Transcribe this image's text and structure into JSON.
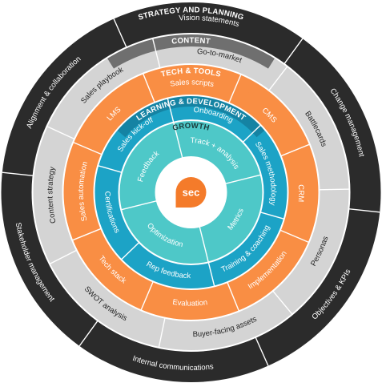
{
  "colors": {
    "strategy_ring": "#2b2b2b",
    "strategy_text": "#ffffff",
    "content_ring": "#d4d4d4",
    "content_text": "#222222",
    "content_title_band": "#6f6f6f",
    "tech_ring": "#f98e44",
    "tech_text": "#ffffff",
    "tech_title_band": "#f98e44",
    "learning_ring": "#1ca3c6",
    "learning_text": "#ffffff",
    "learning_title_band": "#1583a3",
    "growth_ring": "#4ec8c8",
    "growth_text": "#ffffff",
    "core_fill": "#ffffff",
    "logo_fill": "#f47b2a",
    "divider": "#ffffff"
  },
  "rings": [
    {
      "key": "strategy",
      "title": "STRATEGY AND PLANNING",
      "segments": [
        "Vision statements",
        "Change management",
        "Objectives & KPIs",
        "Internal communications",
        "Stakeholder management",
        "Alignment & collaboration"
      ]
    },
    {
      "key": "content",
      "title": "CONTENT",
      "segments": [
        "Go-to-market",
        "Battlecards",
        "Personas",
        "Buyer-facing assets",
        "SWOT analysis",
        "Content strategy",
        "Sales playbook"
      ]
    },
    {
      "key": "tech",
      "title": "TECH & TOOLS",
      "segments": [
        "Sales scripts",
        "CMS",
        "CRM",
        "Implementation",
        "Evaluation",
        "Tech stack",
        "Sales automation",
        "LMS"
      ]
    },
    {
      "key": "learning",
      "title": "LEARNING & DEVELOPMENT",
      "segments": [
        "Onboarding",
        "Sales methodology",
        "Training & coaching",
        "Rep feedback",
        "Certifications",
        "Sales kick-off"
      ]
    },
    {
      "key": "growth",
      "title": "GROWTH",
      "segments": [
        "Track + analysis",
        "Metrics",
        "Optimization",
        "Feedback"
      ]
    }
  ],
  "core": {
    "logo_text": "sec"
  }
}
